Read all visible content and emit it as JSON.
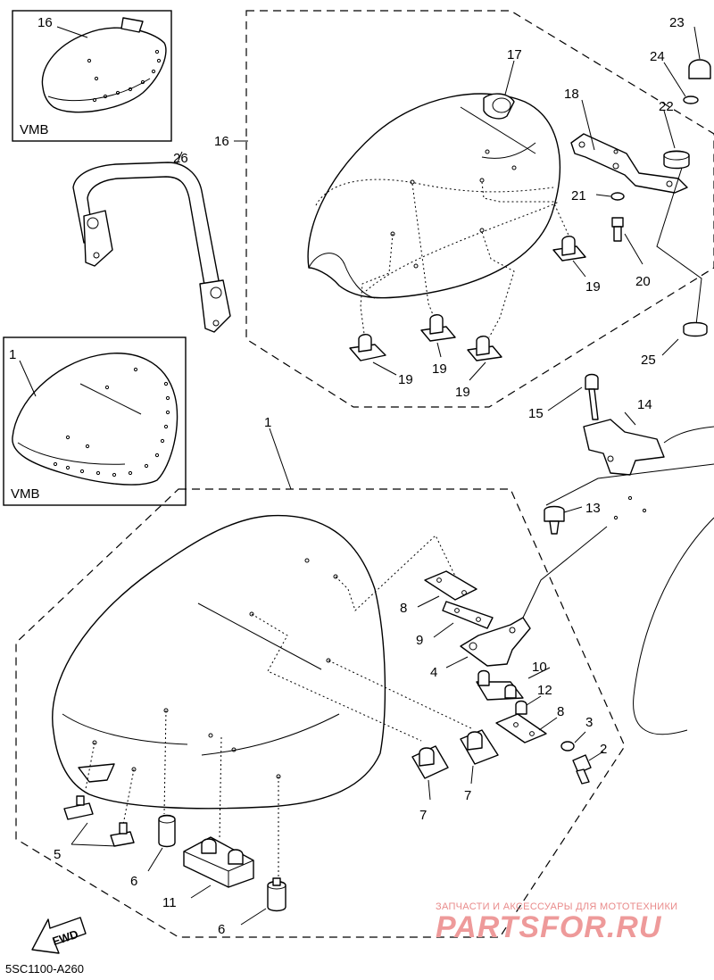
{
  "diagram": {
    "code": "5SC1100-A260",
    "inset_labels": {
      "top": "VMB",
      "middle": "VMB"
    },
    "fwd_label": "FWD",
    "callouts": {
      "c1_inset": "1",
      "c1": "1",
      "c2": "2",
      "c3": "3",
      "c4": "4",
      "c5": "5",
      "c6a": "6",
      "c6b": "6",
      "c7a": "7",
      "c7b": "7",
      "c8a": "8",
      "c8b": "8",
      "c9": "9",
      "c10": "10",
      "c11": "11",
      "c12": "12",
      "c13": "13",
      "c14": "14",
      "c15": "15",
      "c16_inset": "16",
      "c16": "16",
      "c17": "17",
      "c18": "18",
      "c19a": "19",
      "c19b": "19",
      "c19c": "19",
      "c19d": "19",
      "c20": "20",
      "c21": "21",
      "c22": "22",
      "c23": "23",
      "c24": "24",
      "c25": "25",
      "c26": "26"
    }
  },
  "watermark": {
    "line1": "ЗАПЧАСТИ И АКСЕССУАРЫ ДЛЯ МОТОТЕХНИКИ",
    "line2": "PARTSFOR.RU"
  }
}
